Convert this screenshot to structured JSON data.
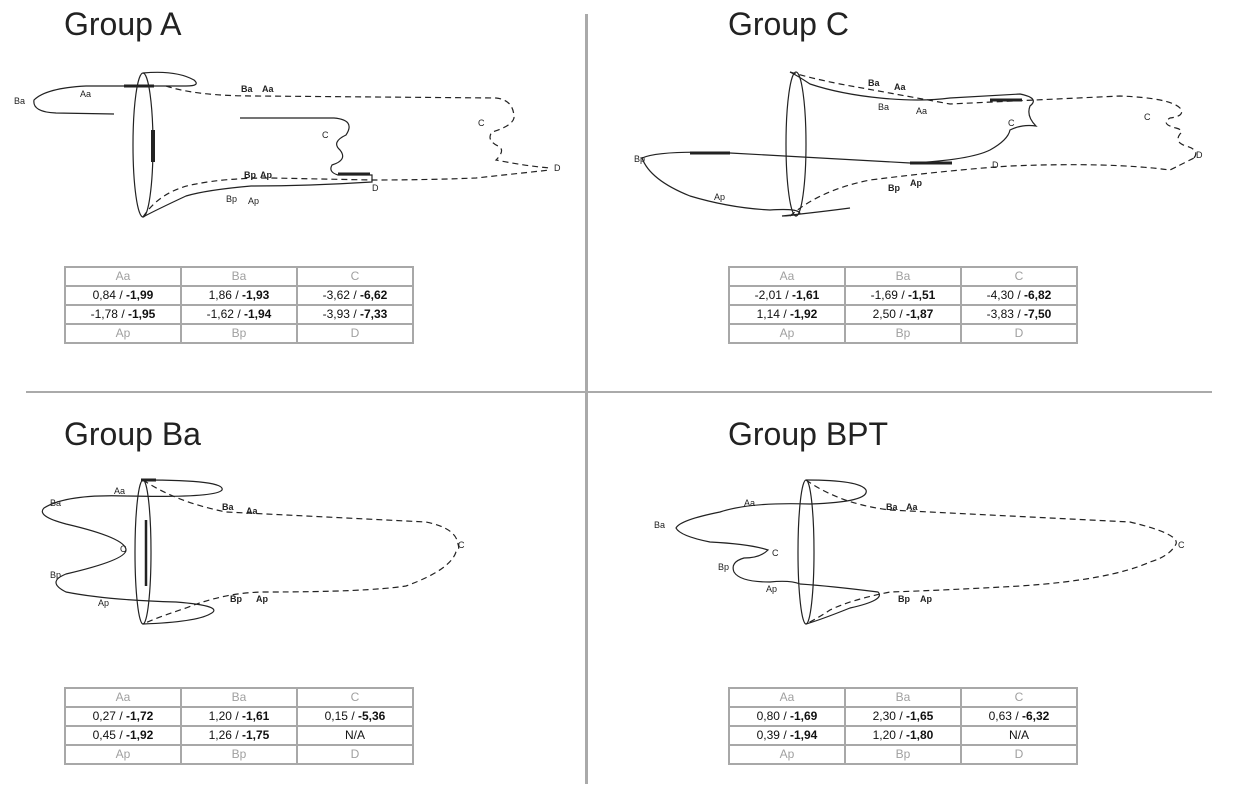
{
  "panels": [
    {
      "title": "Group A",
      "labels": {
        "Aa": "Aa",
        "Ba": "Ba",
        "C": "C",
        "D": "D",
        "Ap": "Ap",
        "Bp": "Bp"
      },
      "table": {
        "top_headers": [
          "Aa",
          "Ba",
          "C"
        ],
        "row1": [
          {
            "a": "0,84",
            "b": "-1,99"
          },
          {
            "a": "1,86",
            "b": "-1,93"
          },
          {
            "a": "-3,62",
            "b": "-6,62"
          }
        ],
        "row2": [
          {
            "a": "-1,78",
            "b": "-1,95"
          },
          {
            "a": "-1,62",
            "b": "-1,94"
          },
          {
            "a": "-3,93",
            "b": "-7,33"
          }
        ],
        "bottom_headers": [
          "Ap",
          "Bp",
          "D"
        ]
      }
    },
    {
      "title": "Group C",
      "labels": {
        "Aa": "Aa",
        "Ba": "Ba",
        "C": "C",
        "D": "D",
        "Ap": "Ap",
        "Bp": "Bp"
      },
      "table": {
        "top_headers": [
          "Aa",
          "Ba",
          "C"
        ],
        "row1": [
          {
            "a": "-2,01",
            "b": "-1,61"
          },
          {
            "a": "-1,69",
            "b": "-1,51"
          },
          {
            "a": "-4,30",
            "b": "-6,82"
          }
        ],
        "row2": [
          {
            "a": "1,14",
            "b": "-1,92"
          },
          {
            "a": "2,50",
            "b": "-1,87"
          },
          {
            "a": "-3,83",
            "b": "-7,50"
          }
        ],
        "bottom_headers": [
          "Ap",
          "Bp",
          "D"
        ]
      }
    },
    {
      "title": "Group Ba",
      "labels": {
        "Aa": "Aa",
        "Ba": "Ba",
        "C": "C",
        "Ap": "Ap",
        "Bp": "Bp"
      },
      "table": {
        "top_headers": [
          "Aa",
          "Ba",
          "C"
        ],
        "row1": [
          {
            "a": "0,27",
            "b": "-1,72"
          },
          {
            "a": "1,20",
            "b": "-1,61"
          },
          {
            "a": "0,15",
            "b": "-5,36"
          }
        ],
        "row2": [
          {
            "a": "0,45",
            "b": "-1,92"
          },
          {
            "a": "1,26",
            "b": "-1,75"
          },
          {
            "na": "N/A"
          }
        ],
        "bottom_headers": [
          "Ap",
          "Bp",
          "D"
        ]
      }
    },
    {
      "title": "Group BPT",
      "labels": {
        "Aa": "Aa",
        "Ba": "Ba",
        "C": "C",
        "Ap": "Ap",
        "Bp": "Bp"
      },
      "table": {
        "top_headers": [
          "Aa",
          "Ba",
          "C"
        ],
        "row1": [
          {
            "a": "0,80",
            "b": "-1,69"
          },
          {
            "a": "2,30",
            "b": "-1,65"
          },
          {
            "a": "0,63",
            "b": "-6,32"
          }
        ],
        "row2": [
          {
            "a": "0,39",
            "b": "-1,94"
          },
          {
            "a": "1,20",
            "b": "-1,80"
          },
          {
            "na": "N/A"
          }
        ],
        "bottom_headers": [
          "Ap",
          "Bp",
          "D"
        ]
      }
    }
  ]
}
